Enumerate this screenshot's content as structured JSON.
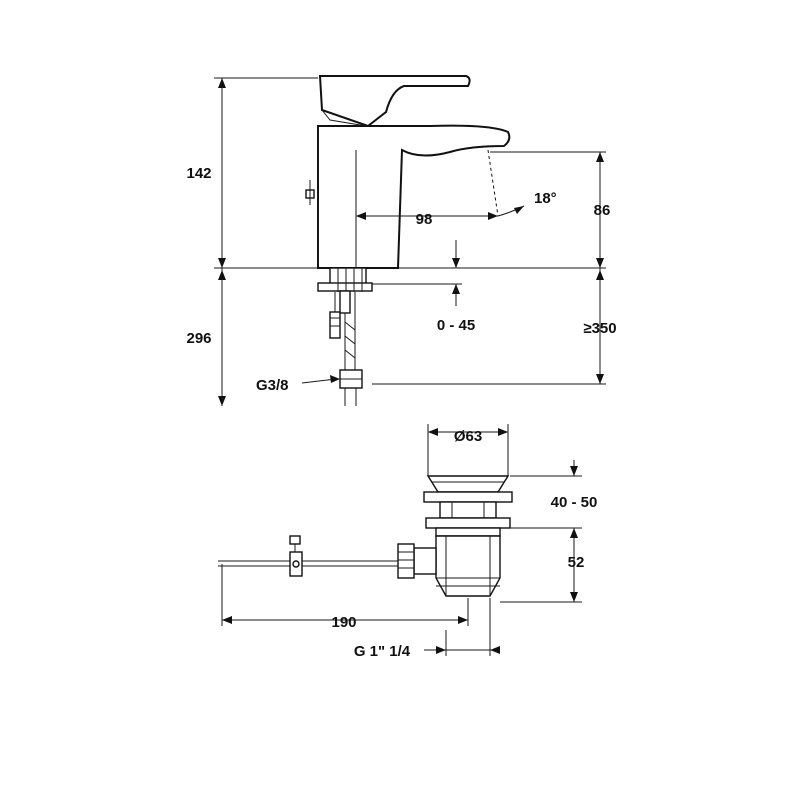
{
  "faucet": {
    "height_total": "142",
    "spout_reach": "98",
    "spout_angle": "18°",
    "spout_height": "86",
    "hose_length": "296",
    "deck_thickness": "0 - 45",
    "clearance": "≥350",
    "connection_thread": "G3/8"
  },
  "waste": {
    "diameter": "Ø63",
    "adjust_range": "40 - 50",
    "body_height": "52",
    "rod_length": "190",
    "outlet_thread": "G 1\" 1/4"
  }
}
